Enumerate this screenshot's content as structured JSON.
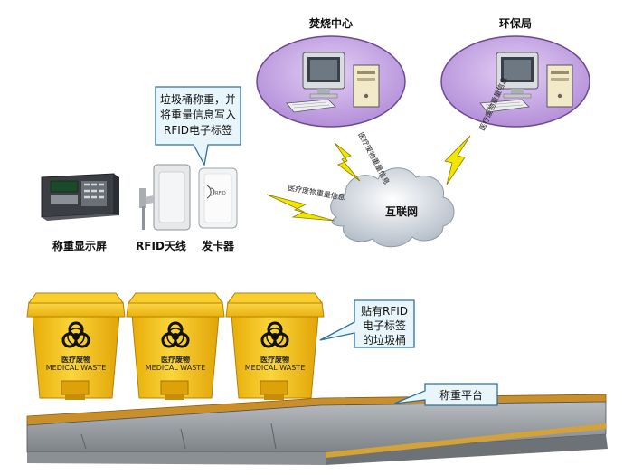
{
  "nodes": {
    "incineration_center": "焚烧中心",
    "environmental_bureau": "环保局",
    "internet": "互联网",
    "weighing_display": "称重显示屏",
    "rfid_antenna": "RFID天线",
    "card_issuer": "发卡器",
    "weighing_platform": "称重平台"
  },
  "callouts": {
    "weigh_note": [
      "垃圾桶称重，并",
      "将重量信息写入",
      "RFID电子标签"
    ],
    "tag_note": [
      "贴有RFID",
      "电子标签",
      "的垃圾桶"
    ]
  },
  "links": {
    "waste_weight_info": "医疗废物重量信息"
  },
  "bin": {
    "label": "医疗废物",
    "sublabel": "MEDICAL WASTE"
  },
  "colors": {
    "cloud_bubble": "#c9a9e6",
    "bin_yellow": "#f5c21a",
    "lightning": "#f2e600",
    "callout_bg": "#e8f6fb",
    "callout_border": "#2e6fa3"
  }
}
